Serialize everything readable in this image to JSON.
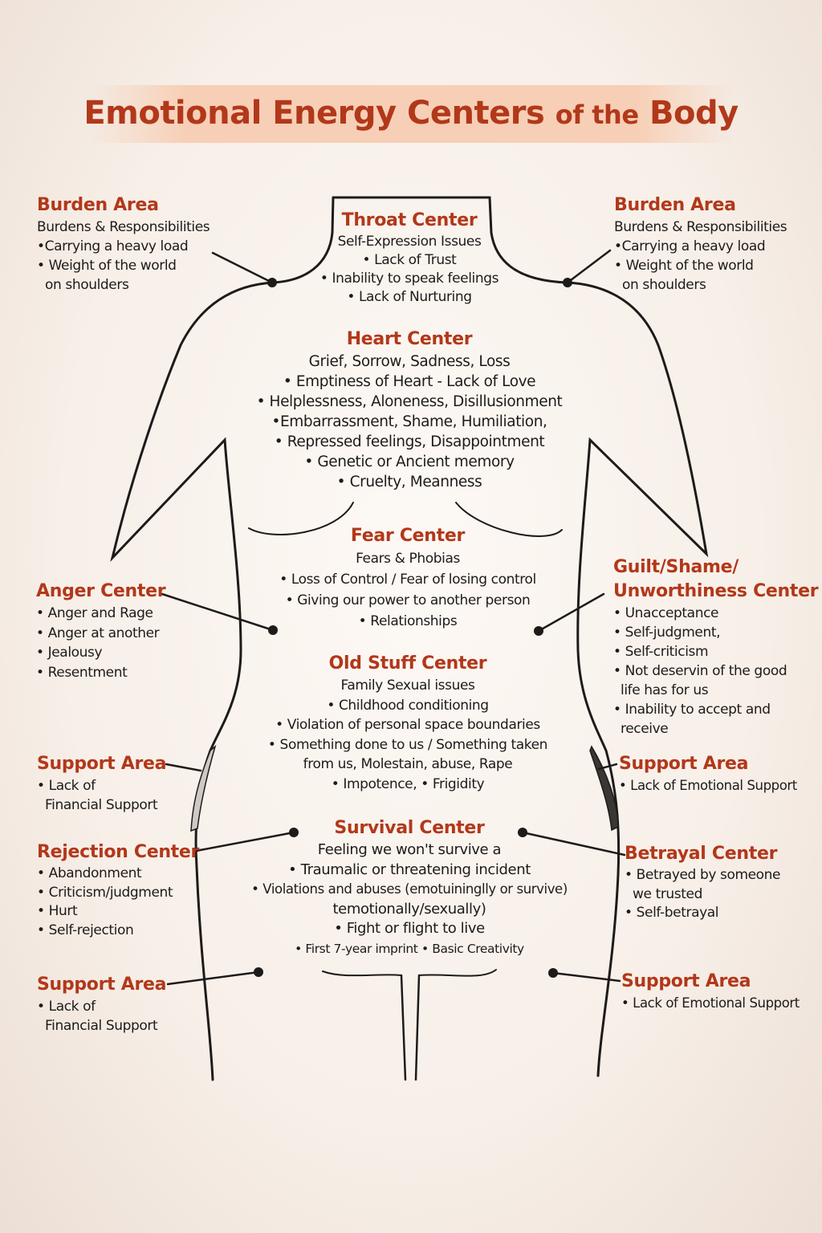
{
  "title": {
    "main": "Emotional Energy Centers",
    "of": "of the",
    "body": "Body"
  },
  "colors": {
    "accent": "#b2381a",
    "outline": "#1d1b1a"
  },
  "throat": {
    "heading": "Throat Center",
    "lines": [
      "Self-Expression Issues",
      "• Lack of Trust",
      "• Inability to speak feelings",
      "• Lack of Nurturing"
    ]
  },
  "heart": {
    "heading": "Heart Center",
    "lines": [
      "Grief, Sorrow, Sadness, Loss",
      "• Emptiness of Heart - Lack of Love",
      "• Helplessness, Aloneness, Disillusionment",
      "•Embarrassment, Shame, Humiliation,",
      "• Repressed feelings, Disappointment",
      "• Genetic or Ancient memory",
      "• Cruelty, Meanness"
    ]
  },
  "fear": {
    "heading": "Fear Center",
    "lines": [
      "Fears & Phobias",
      "• Loss of Control / Fear of losing control",
      "• Giving our power to another person",
      "• Relationships"
    ]
  },
  "old_stuff": {
    "heading": "Old Stuff Center",
    "lines": [
      "Family Sexual issues",
      "• Childhood conditioning",
      "• Violation of personal space boundaries",
      "• Something done to us / Something taken",
      "from us, Molestain, abuse, Rape",
      "• Impotence, • Frigidity"
    ]
  },
  "survival": {
    "heading": "Survival Center",
    "lines": [
      "Feeling we won't survive a",
      "• Traumalic or threatening incident",
      "• Violations and abuses (emotuininglly or survive)",
      "temotionally/sexually)",
      "• Fight or flight to live",
      "• First 7-year imprint • Basic Creativity"
    ]
  },
  "burden_left": {
    "heading": "Burden Area",
    "lines": [
      "Burdens & Responsibilities",
      "•Carrying a heavy load",
      "• Weight of the world",
      "on shoulders"
    ]
  },
  "burden_right": {
    "heading": "Burden Area",
    "lines": [
      "Burdens & Responsibilities",
      "•Carrying a heavy load",
      "• Weight of the world",
      "on shoulders"
    ]
  },
  "anger": {
    "heading": "Anger Center",
    "lines": [
      "• Anger and Rage",
      "• Anger at another",
      "• Jealousy",
      "• Resentment"
    ]
  },
  "guilt": {
    "heading": [
      "Guilt/Shame/",
      "Unworthiness Center"
    ],
    "lines": [
      "• Unacceptance",
      "• Self-judgment,",
      "• Self-criticism",
      "• Not deservin of the good",
      "life has for us",
      "• Inability to accept and",
      "receive"
    ]
  },
  "support_left_upper": {
    "heading": "Support Area",
    "lines": [
      "• Lack of",
      "Financial Support"
    ]
  },
  "support_right_upper": {
    "heading": "Support Area",
    "lines": [
      "• Lack of Emotional Support"
    ]
  },
  "rejection": {
    "heading": "Rejection Center",
    "lines": [
      "• Abandonment",
      "• Criticism/judgment",
      "• Hurt",
      "• Self-rejection"
    ]
  },
  "betrayal": {
    "heading": "Betrayal Center",
    "lines": [
      "• Betrayed by someone",
      "we trusted",
      "• Self-betrayal"
    ]
  },
  "support_left_lower": {
    "heading": "Support Area",
    "lines": [
      "• Lack of",
      "Financial Support"
    ]
  },
  "support_right_lower": {
    "heading": "Support Area",
    "lines": [
      "• Lack of Emotional Support"
    ]
  }
}
